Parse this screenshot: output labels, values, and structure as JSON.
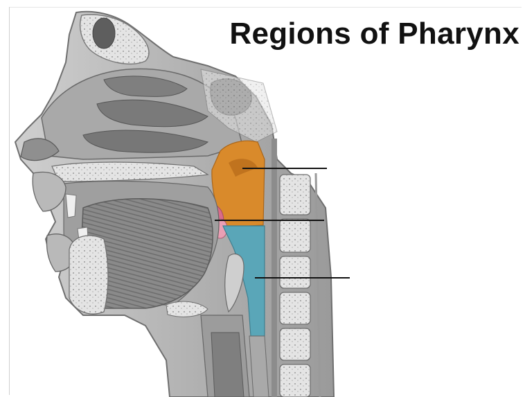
{
  "title": "Regions of Pharynx",
  "regions": [
    {
      "id": "nasopharynx",
      "color": "#d98a2b"
    },
    {
      "id": "oropharynx-soft-palate",
      "color": "#d96b8a"
    },
    {
      "id": "laryngopharynx",
      "color": "#5aa6b8"
    }
  ],
  "colors": {
    "tissue_dark": "#8c8c8c",
    "tissue_mid": "#b4b4b4",
    "tissue_light": "#d6d6d6",
    "bone": "#e6e6e6",
    "outline": "#6f6f6f",
    "leader_line": "#111111"
  },
  "label_lines": [
    "nasopharynx-pointer",
    "oropharynx-pointer",
    "laryngopharynx-pointer"
  ]
}
